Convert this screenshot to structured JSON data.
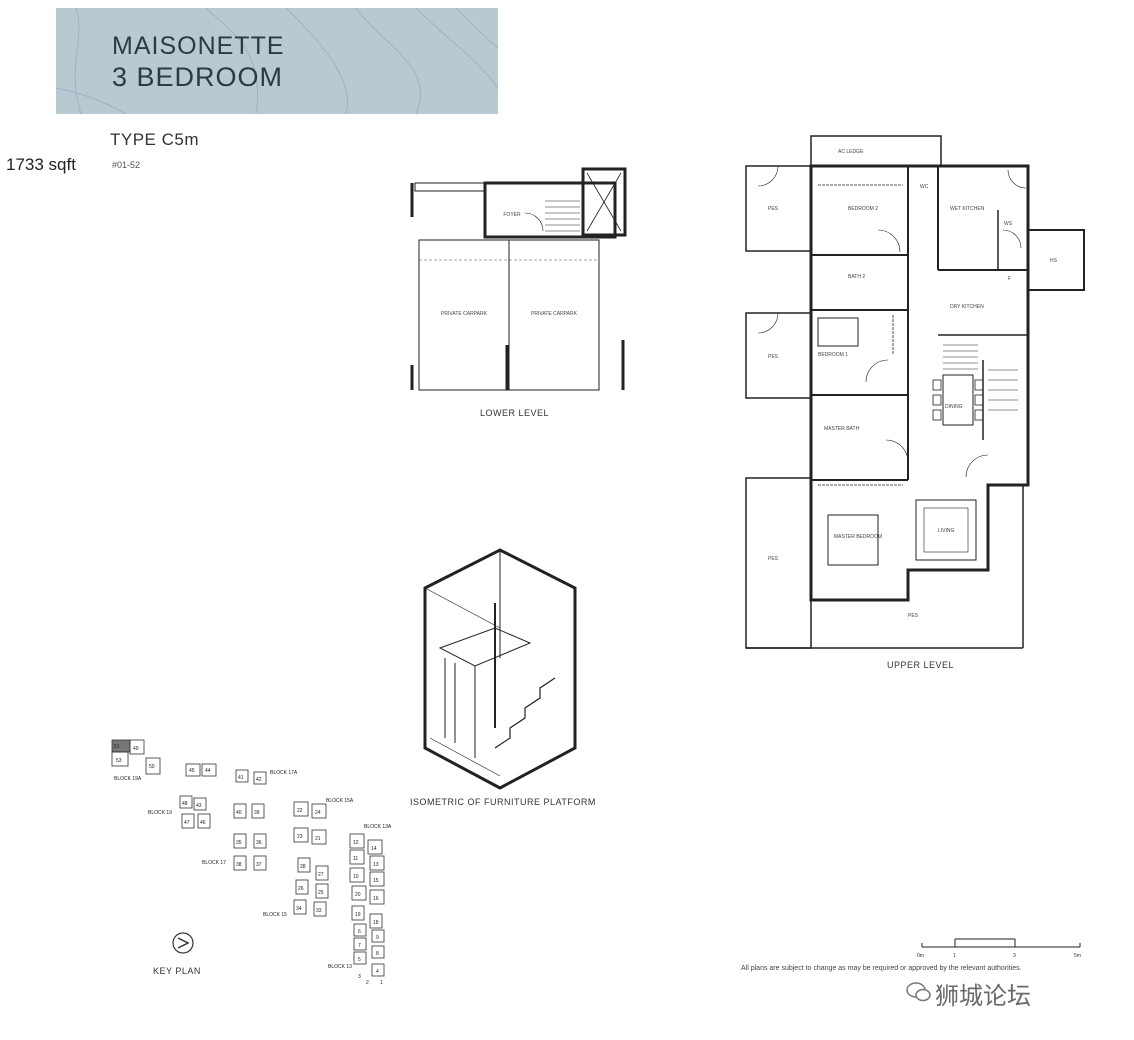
{
  "header": {
    "title_line1": "MAISONETTE",
    "title_line2": "3 BEDROOM",
    "type_label": "TYPE C5m",
    "area": "1733 sqft",
    "units": "#01-52"
  },
  "lower_level": {
    "caption": "LOWER LEVEL",
    "rooms": {
      "foyer": "FOYER",
      "carpark1": "PRIVATE CARPARK",
      "carpark2": "PRIVATE CARPARK"
    }
  },
  "upper_level": {
    "caption": "UPPER LEVEL",
    "rooms": {
      "ac_ledge": "AC LEDGE",
      "pes_top": "PES",
      "bedroom2": "BEDROOM 2",
      "wc": "WC",
      "wet_kitchen": "WET KITCHEN",
      "ws": "WS",
      "hs": "HS",
      "bath2": "BATH 2",
      "dry_kitchen": "DRY KITCHEN",
      "pes_mid": "PES",
      "bedroom1": "BEDROOM 1",
      "dining": "DINING",
      "master_bath": "MASTER BATH",
      "pes_left": "PES",
      "master_bedroom": "MASTER BEDROOM",
      "living": "LIVING",
      "pes_bottom": "PES",
      "f": "F"
    }
  },
  "isometric": {
    "caption": "ISOMETRIC OF FURNITURE PLATFORM"
  },
  "key_plan": {
    "caption": "KEY PLAN",
    "blocks": [
      "BLOCK 19A",
      "BLOCK 19",
      "BLOCK 17A",
      "BLOCK 17",
      "BLOCK 15A",
      "BLOCK 15",
      "BLOCK 13A",
      "BLOCK 13"
    ],
    "units_a": [
      "51",
      "49",
      "53",
      "50"
    ],
    "units_b": [
      "45",
      "44",
      "48",
      "43",
      "47",
      "46"
    ],
    "units_c": [
      "41",
      "42",
      "40",
      "39",
      "35",
      "36",
      "38",
      "37"
    ],
    "units_d": [
      "22",
      "24",
      "23",
      "21",
      "28",
      "27",
      "26",
      "25",
      "34",
      "33"
    ],
    "units_e": [
      "12",
      "14",
      "11",
      "13",
      "10",
      "15",
      "20",
      "16",
      "19",
      "18",
      "6",
      "9",
      "7",
      "8",
      "5",
      "4",
      "3",
      "2",
      "1"
    ]
  },
  "scale_bar": {
    "labels": [
      "0m",
      "1",
      "3",
      "5m"
    ]
  },
  "disclaimer": "All plans are subject to change as may be required or approved by the relevant authorities.",
  "watermark": "狮城论坛"
}
